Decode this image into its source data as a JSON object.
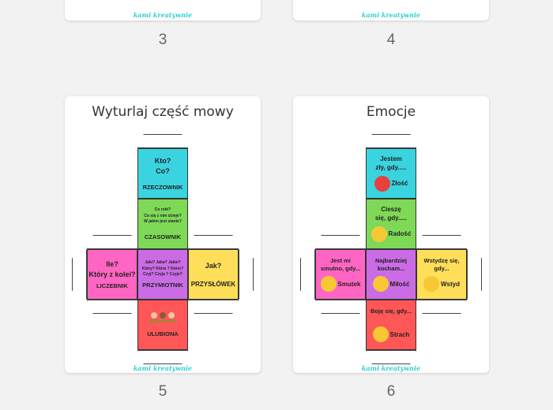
{
  "top_cards": {
    "left_number": "3",
    "right_number": "4",
    "brand": "kami kreatywnie"
  },
  "card5": {
    "title": "Wyturlaj część mowy",
    "number": "5",
    "brand": "kami kreatywnie",
    "cells": {
      "top": {
        "line1": "Kto?",
        "line2": "Co?",
        "label": "RZECZOWNIK",
        "color": "#3ad4e0"
      },
      "second": {
        "q1": "Co robi?",
        "q2": "Co się z nim dzieje?",
        "q3": "W jakim jest stanie?",
        "label": "CZASOWNIK",
        "color": "#7ed957"
      },
      "left": {
        "line1": "Ile?",
        "line2": "Który z kolei?",
        "label": "LICZEBNIK",
        "color": "#ff66c4"
      },
      "center": {
        "q1": "Jaki? Jaka? Jakie?",
        "q2": "Który? Która ? Które?",
        "q3": "Czyj? Czyja ? Czyje?",
        "label": "PRZYMIOTNIK",
        "color": "#cb6ce6"
      },
      "right": {
        "line1": "Jak?",
        "label": "PRZYSŁÓWEK",
        "color": "#ffde59"
      },
      "bottom": {
        "label": "ULUBIONA",
        "color": "#ff5757"
      }
    }
  },
  "card6": {
    "title": "Emocje",
    "number": "6",
    "brand": "kami kreatywnie",
    "cells": {
      "top": {
        "line1": "Jestem",
        "line2": "zły, gdy.....",
        "label": "Złość",
        "color": "#3ad4e0"
      },
      "second": {
        "line1": "Cieszę",
        "line2": "się, gdy.....",
        "label": "Radość",
        "color": "#7ed957"
      },
      "left": {
        "line1": "Jest mi",
        "line2": "smutno, gdy...",
        "label": "Smutek",
        "color": "#ff66c4"
      },
      "center": {
        "line1": "Najbardziej",
        "line2": "kocham...",
        "label": "Miłość",
        "color": "#cb6ce6"
      },
      "right": {
        "line1": "Wstydzę się,",
        "line2": "gdy...",
        "label": "Wstyd",
        "color": "#ffde59"
      },
      "bottom": {
        "line1": "Boję się, gdy...",
        "label": "Strach",
        "color": "#ff5757"
      }
    }
  }
}
